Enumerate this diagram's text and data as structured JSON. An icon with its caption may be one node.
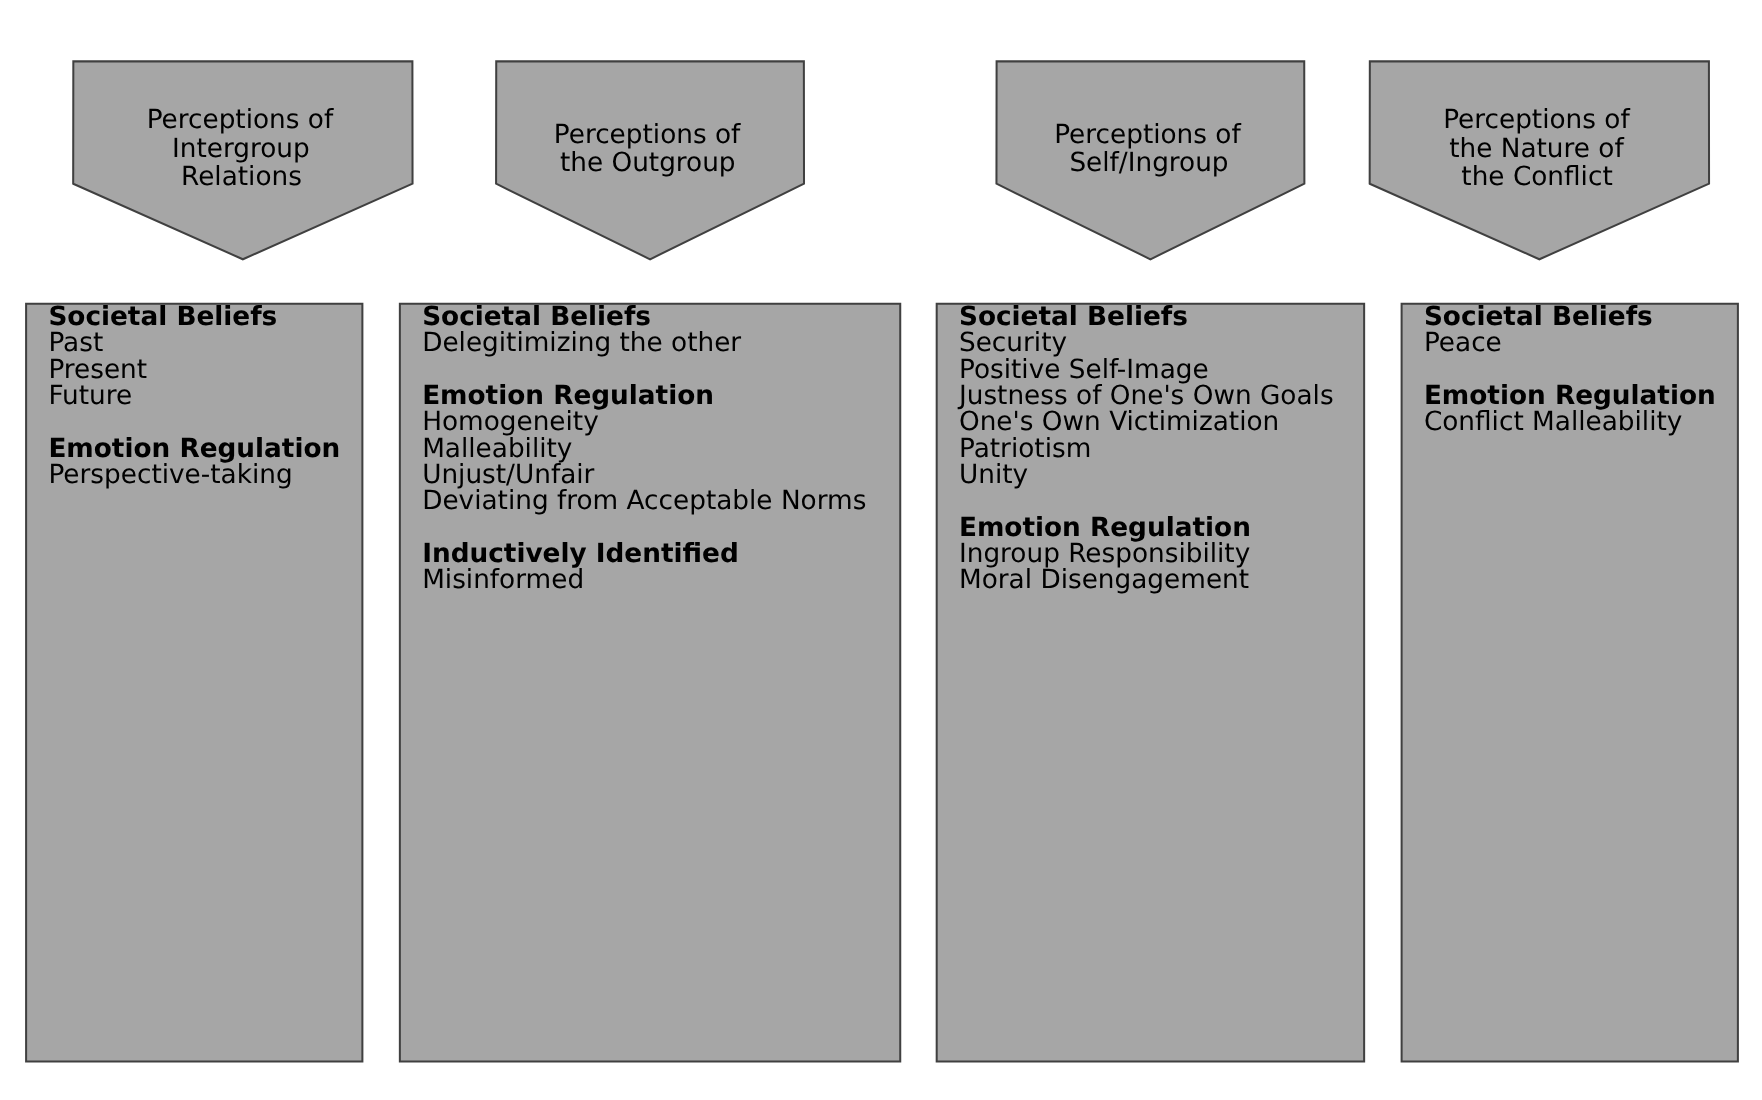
{
  "diagram": {
    "nodes": [
      {
        "text": [
          "Perceptions of Intergroup Relations"
        ]
      },
      {
        "text": [
          "Perceptions of the Outgroup"
        ]
      },
      {
        "text": [
          "Perceptions of Self/Ingroup"
        ]
      },
      {
        "text": [
          "Perceptions of the Nature of the Conflict"
        ]
      },
      {
        "text": [
          "Societal Beliefs",
          "Past",
          "Present",
          "Future",
          "Emotion Regulation",
          "Perspective-taking"
        ]
      },
      {
        "text": [
          "Societal Beliefs",
          "Delegitimizing the other",
          "Emotion Regulation",
          "Homogeneity",
          "Malleability",
          "Unjust/Unfair",
          "Deviating from Acceptable Norms",
          "Inductively Identified",
          "Misinformed"
        ]
      },
      {
        "text": [
          "Societal Beliefs",
          "Security",
          "Positive Self-Image",
          "Justness of One's Own Goals",
          "One's Own Victimization",
          "Patriotism",
          "Unity",
          "Emotion Regulation",
          "Ingroup Responsibility",
          "Moral Disengagement"
        ]
      },
      {
        "text": [
          "Societal Beliefs",
          "Peace",
          "Emotion Regulation",
          "Conflict Malleability"
        ]
      }
    ]
  }
}
